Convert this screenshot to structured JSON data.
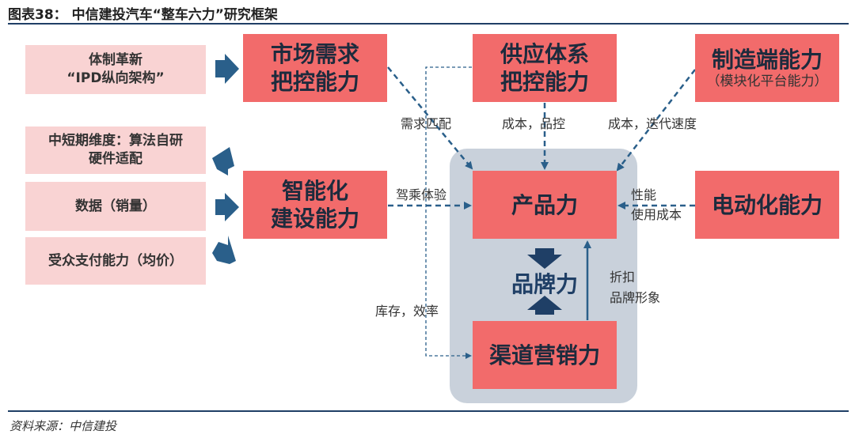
{
  "header": {
    "title": "图表38：  中信建投汽车“整车六力”研究框架"
  },
  "footer": {
    "source": "资料来源：中信建投"
  },
  "inputs": {
    "ipd_line1": "体制革新",
    "ipd_line2": "“IPD纵向架构”",
    "algo_line1": "中短期维度：算法自研",
    "algo_line2": "硬件适配",
    "data": "数据（销量）",
    "pay": "受众支付能力（均价）"
  },
  "nodes": {
    "market_line1": "市场需求",
    "market_line2": "把控能力",
    "supply_line1": "供应体系",
    "supply_line2": "把控能力",
    "manu": "制造端能力",
    "manu_sub": "（模块化平台能力）",
    "smart_line1": "智能化",
    "smart_line2": "建设能力",
    "product": "产品力",
    "electric": "电动化能力",
    "brand": "品牌力",
    "channel": "渠道营销力"
  },
  "labels": {
    "demand_match": "需求匹配",
    "cost_quality": "成本，品控",
    "cost_iteration": "成本，迭代速度",
    "driving": "驾乘体验",
    "perf": "性能",
    "use_cost": "使用成本",
    "discount": "折扣",
    "brand_image": "品牌形象",
    "inventory": "库存，效率"
  },
  "colors": {
    "red_box": "#f26b6b",
    "pink_box": "#f9d3d3",
    "core_bg": "#c9d1db",
    "arrow": "#2a5f8a",
    "rule": "#1f3f66"
  }
}
